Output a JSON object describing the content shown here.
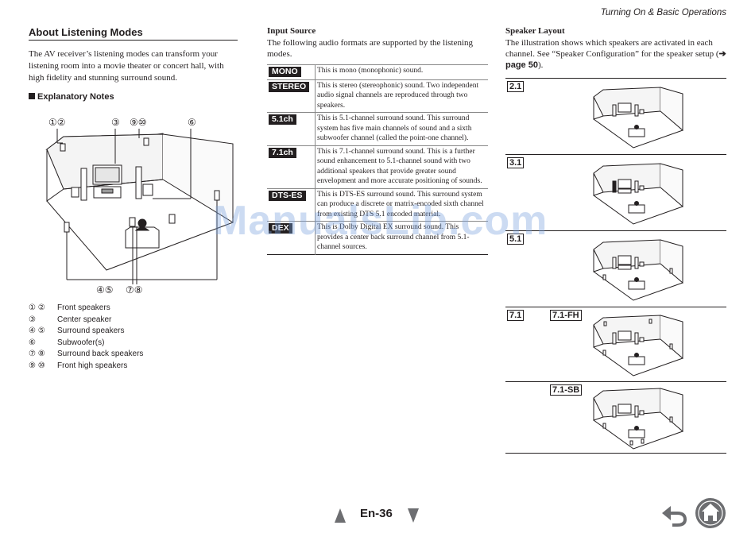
{
  "header": {
    "section_title": "Turning On & Basic Operations"
  },
  "left": {
    "heading": "About Listening Modes",
    "intro": "The AV receiver’s listening modes can transform your listening room into a movie theater or concert hall, with high fidelity and stunning surround sound.",
    "subheading": "Explanatory Notes",
    "diagram_labels": {
      "top_12": "①②",
      "top_3": "③",
      "top_910": "⑨⑩",
      "top_6": "⑥",
      "bottom_45": "④⑤",
      "bottom_78": "⑦⑧"
    },
    "legend": [
      {
        "num": "① ②",
        "label": "Front speakers"
      },
      {
        "num": "③",
        "label": "Center speaker"
      },
      {
        "num": "④ ⑤",
        "label": "Surround speakers"
      },
      {
        "num": "⑥",
        "label": "Subwoofer(s)"
      },
      {
        "num": "⑦ ⑧",
        "label": "Surround back speakers"
      },
      {
        "num": "⑨ ⑩",
        "label": "Front high speakers"
      }
    ]
  },
  "middle": {
    "heading": "Input Source",
    "intro": "The following audio formats are supported by the listening modes.",
    "formats": [
      {
        "badge": "MONO",
        "desc": "This is mono (monophonic) sound."
      },
      {
        "badge": "STEREO",
        "desc": "This is stereo (stereophonic) sound. Two independent audio signal channels are reproduced through two speakers."
      },
      {
        "badge": "5.1ch",
        "desc": "This is 5.1-channel surround sound. This surround system has five main channels of sound and a sixth subwoofer channel (called the point-one channel)."
      },
      {
        "badge": "7.1ch",
        "desc": "This is 7.1-channel surround sound. This is a further sound enhancement to 5.1-channel sound with two additional speakers that provide greater sound envelopment and more accurate positioning of sounds."
      },
      {
        "badge": "DTS-ES",
        "desc": "This is DTS-ES surround sound. This surround system can produce a discrete or matrix-encoded sixth channel from existing DTS 5.1 encoded material."
      },
      {
        "badge": "DEX",
        "desc": "This is Dolby Digital EX surround sound. This provides a center back surround channel from 5.1-channel sources."
      }
    ]
  },
  "right": {
    "heading": "Speaker Layout",
    "intro_1": "The illustration shows which speakers are activated in each channel. See “Speaker Configuration” for the speaker setup (",
    "intro_link": "➔ page 50",
    "intro_2": ").",
    "layouts": [
      {
        "label": "2.1",
        "sub": ""
      },
      {
        "label": "3.1",
        "sub": ""
      },
      {
        "label": "5.1",
        "sub": ""
      },
      {
        "label": "7.1",
        "sub": "7.1-FH"
      },
      {
        "label": "",
        "sub": "7.1-SB"
      }
    ]
  },
  "watermark": "ManualsLib.com",
  "footer": {
    "page": "En-36"
  },
  "colors": {
    "ink": "#231f20",
    "watermark": "#78a0dc",
    "home_icon": "#6d6e71"
  }
}
